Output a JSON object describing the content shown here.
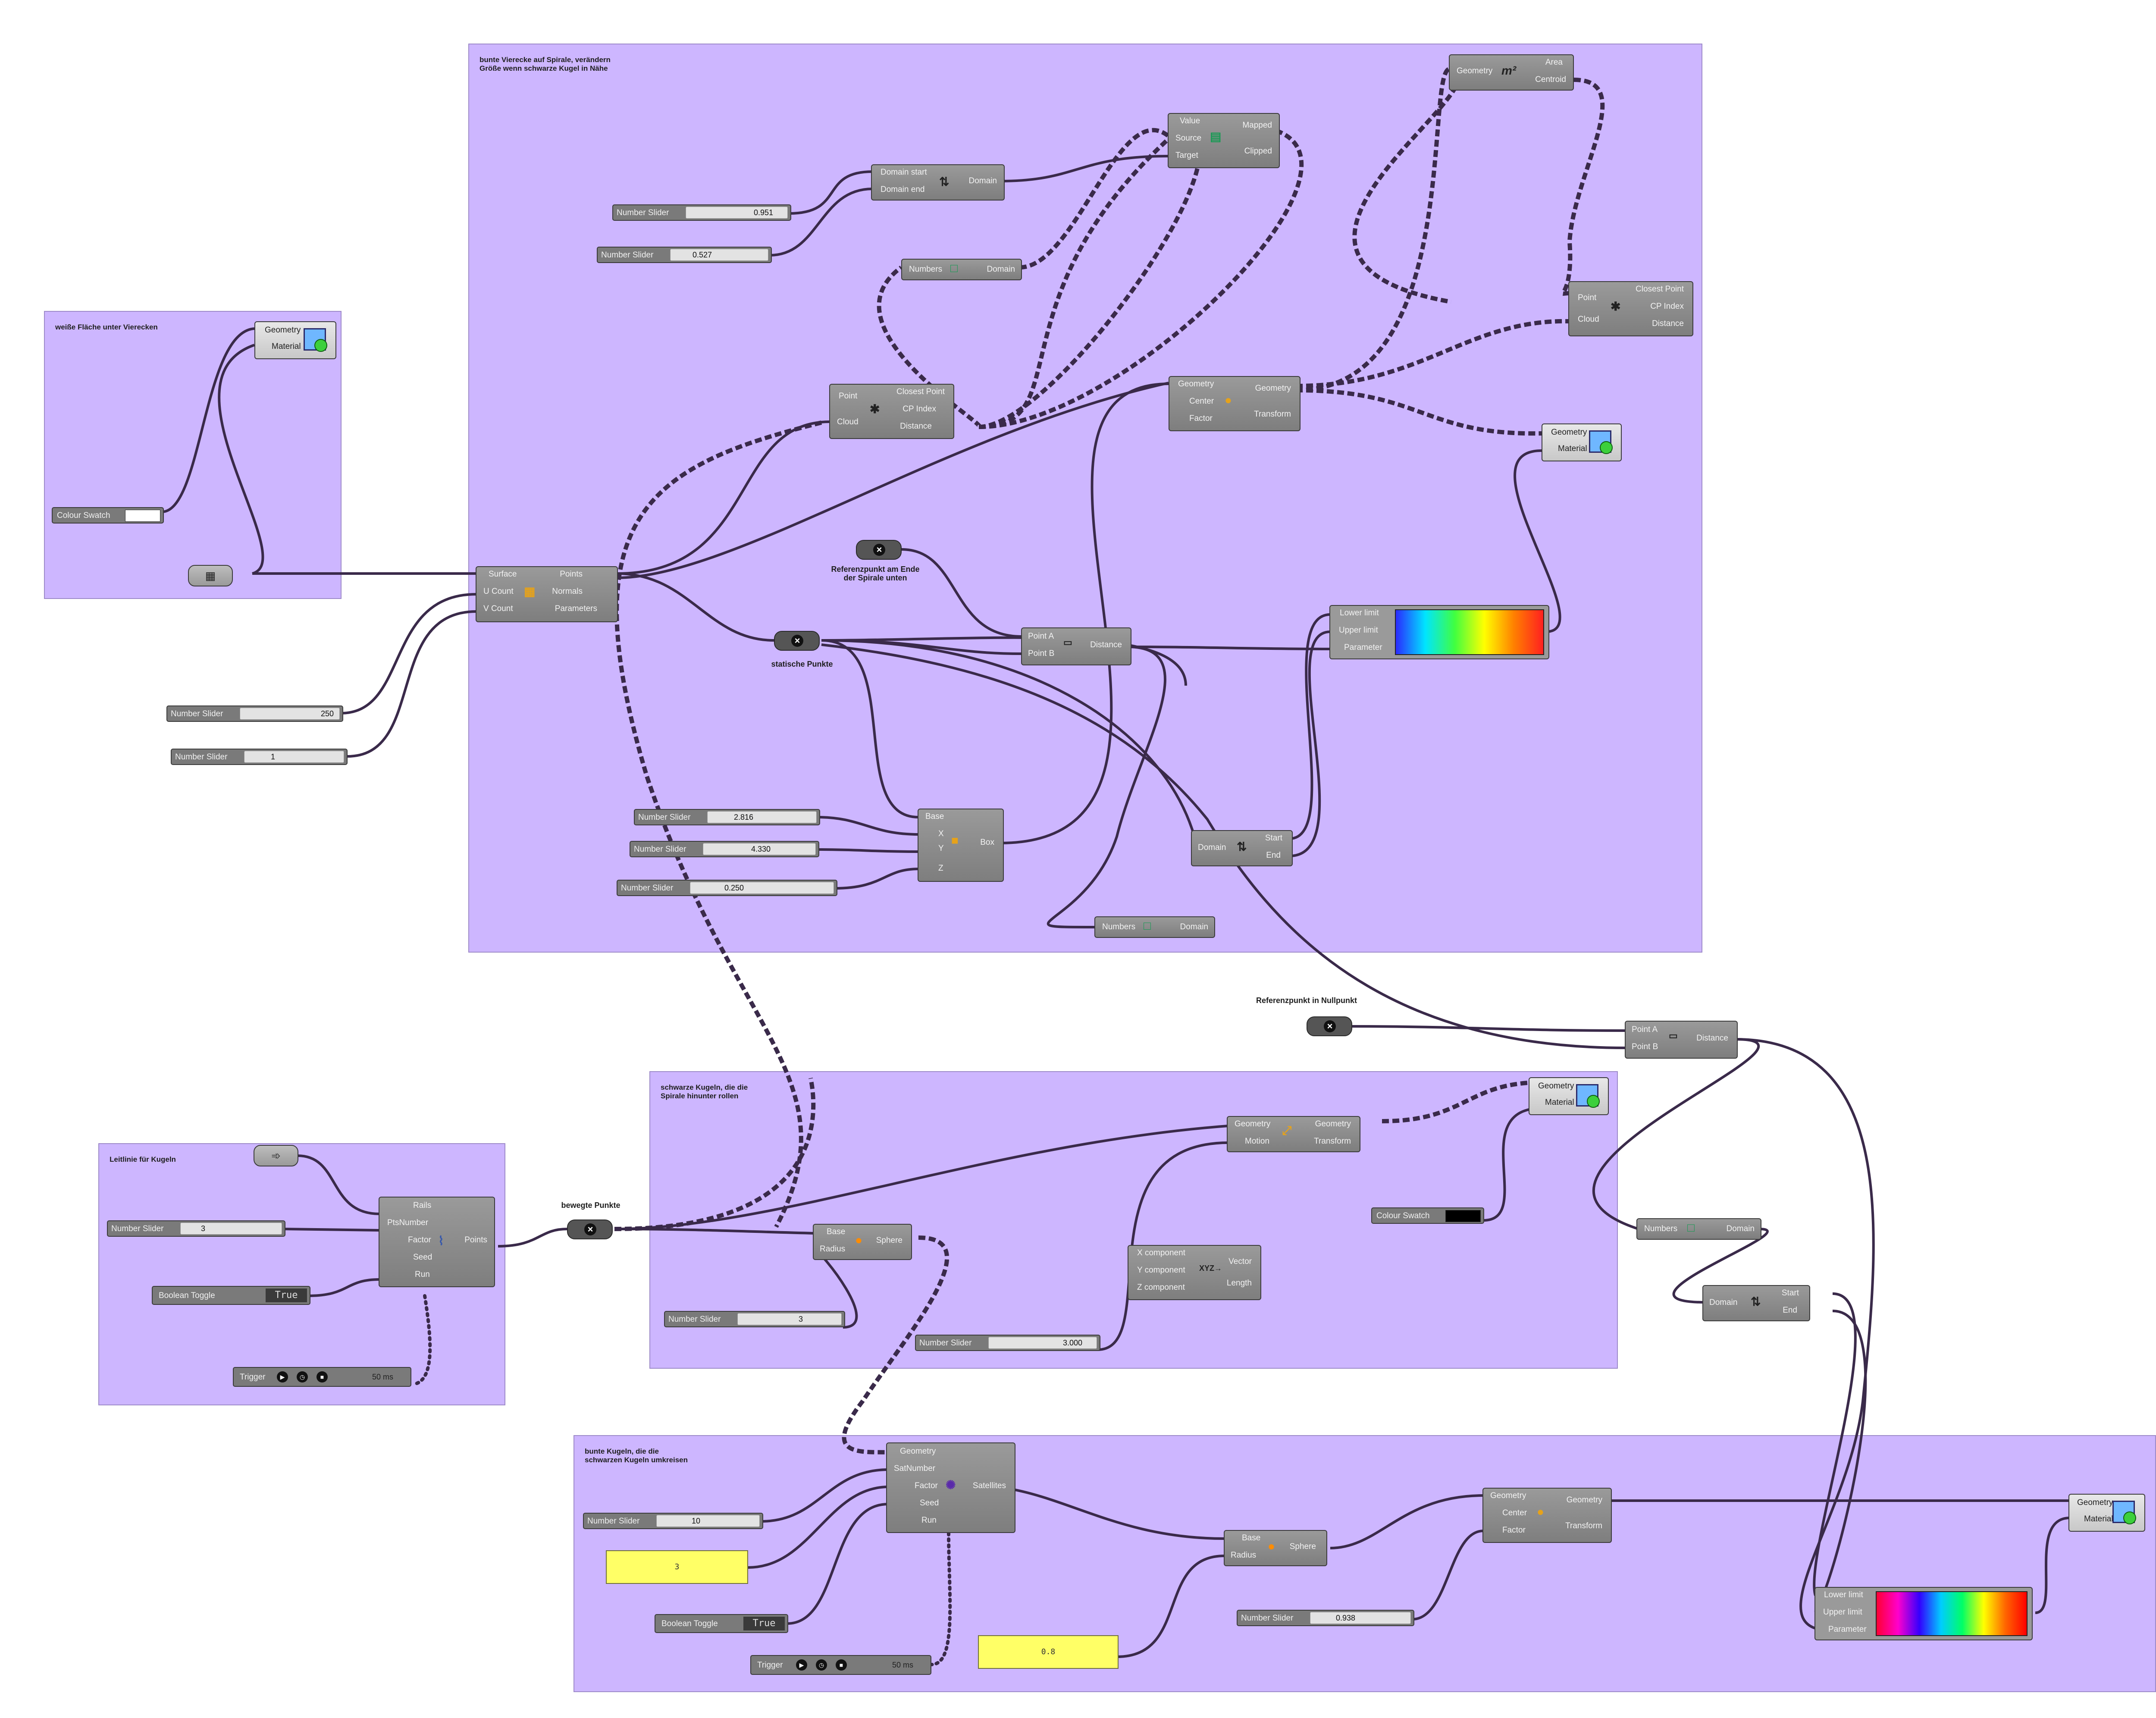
{
  "groups": [
    {
      "id": "g-white-surface",
      "label": "weiße Fläche unter Vierecken"
    },
    {
      "id": "g-squares",
      "label": "bunte Vierecke auf Spirale, verändern\nGröße wenn schwarze Kugel in Nähe"
    },
    {
      "id": "g-guide",
      "label": "Leitlinie für Kugeln"
    },
    {
      "id": "g-black-spheres",
      "label": "schwarze Kugeln, die die\nSpirale hinunter rollen"
    },
    {
      "id": "g-colour-spheres",
      "label": "bunte Kugeln, die die\nschwarzen Kugeln umkreisen"
    }
  ],
  "captions": {
    "ref_end": "Referenzpunkt am Ende\nder Spirale unten",
    "static_points": "statische Punkte",
    "ref_origin": "Referenzpunkt in Nullpunkt",
    "moving_points": "bewegte Punkte"
  },
  "sliders": {
    "s1": {
      "label": "Number Slider",
      "value": "0.951"
    },
    "s2": {
      "label": "Number Slider",
      "value": "0.527"
    },
    "s3": {
      "label": "Number Slider",
      "value": "250"
    },
    "s4": {
      "label": "Number Slider",
      "value": "1"
    },
    "s5": {
      "label": "Number Slider",
      "value": "2.816"
    },
    "s6": {
      "label": "Number Slider",
      "value": "4.330"
    },
    "s7": {
      "label": "Number Slider",
      "value": "0.250"
    },
    "s8": {
      "label": "Number Slider",
      "value": "3"
    },
    "s9": {
      "label": "Number Slider",
      "value": "3"
    },
    "s10": {
      "label": "Number Slider",
      "value": "3.000"
    },
    "s11": {
      "label": "Number Slider",
      "value": "10"
    },
    "s12": {
      "label": "Number Slider",
      "value": "0.938"
    }
  },
  "panels": {
    "p1": "3",
    "p2": "0.8"
  },
  "toggles": {
    "t1": {
      "label": "Boolean Toggle",
      "state": "True"
    },
    "t2": {
      "label": "Boolean Toggle",
      "state": "True"
    }
  },
  "swatches": {
    "c1": {
      "label": "Colour Swatch",
      "color": "#ffffff"
    },
    "c2": {
      "label": "Colour Swatch",
      "color": "#000000"
    }
  },
  "triggers": {
    "tr1": {
      "label": "Trigger",
      "interval": "50 ms"
    },
    "tr2": {
      "label": "Trigger",
      "interval": "50 ms"
    }
  },
  "components": {
    "render1": {
      "inputs": [
        "Geometry",
        "Material"
      ]
    },
    "divide": {
      "inputs": [
        "Surface",
        "U Count",
        "V Count"
      ],
      "outputs": [
        "Points",
        "Normals",
        "Parameters"
      ]
    },
    "cpt1": {
      "inputs": [
        "Point",
        "Cloud"
      ],
      "outputs": [
        "Closest Point",
        "CP Index",
        "Distance"
      ]
    },
    "bnd1": {
      "inputs": [
        "Domain start",
        "Domain end"
      ],
      "outputs": [
        "Domain"
      ]
    },
    "remap": {
      "inputs": [
        "Value",
        "Source",
        "Target"
      ],
      "outputs": [
        "Mapped",
        "Clipped"
      ]
    },
    "bounds1": {
      "inputs": [
        "Numbers"
      ],
      "outputs": [
        "Domain"
      ]
    },
    "area": {
      "inputs": [
        "Geometry"
      ],
      "outputs": [
        "Area",
        "Centroid"
      ]
    },
    "cpt2": {
      "inputs": [
        "Point",
        "Cloud"
      ],
      "outputs": [
        "Closest Point",
        "CP Index",
        "Distance"
      ]
    },
    "scale1": {
      "inputs": [
        "Geometry",
        "Center",
        "Factor"
      ],
      "outputs": [
        "Geometry",
        "Transform"
      ]
    },
    "render2": {
      "inputs": [
        "Geometry",
        "Material"
      ]
    },
    "dist1": {
      "inputs": [
        "Point A",
        "Point B"
      ],
      "outputs": [
        "Distance"
      ]
    },
    "grad1": {
      "inputs": [
        "Lower limit",
        "Upper limit",
        "Parameter"
      ]
    },
    "box": {
      "inputs": [
        "Base",
        "X",
        "Y",
        "Z"
      ],
      "outputs": [
        "Box"
      ]
    },
    "deconstruct1": {
      "inputs": [
        "Domain"
      ],
      "outputs": [
        "Start",
        "End"
      ]
    },
    "bounds2": {
      "inputs": [
        "Numbers"
      ],
      "outputs": [
        "Domain"
      ]
    },
    "dist2": {
      "inputs": [
        "Point A",
        "Point B"
      ],
      "outputs": [
        "Distance"
      ]
    },
    "render3": {
      "inputs": [
        "Geometry",
        "Material"
      ]
    },
    "move": {
      "inputs": [
        "Geometry",
        "Motion"
      ],
      "outputs": [
        "Geometry",
        "Transform"
      ]
    },
    "sphere1": {
      "inputs": [
        "Base",
        "Radius"
      ],
      "outputs": [
        "Sphere"
      ]
    },
    "vecxyz": {
      "inputs": [
        "X component",
        "Y component",
        "Z component"
      ],
      "outputs": [
        "Vector",
        "Length"
      ]
    },
    "bounds3": {
      "inputs": [
        "Numbers"
      ],
      "outputs": [
        "Domain"
      ]
    },
    "deconstruct2": {
      "inputs": [
        "Domain"
      ],
      "outputs": [
        "Start",
        "End"
      ]
    },
    "rails": {
      "inputs": [
        "Rails",
        "PtsNumber",
        "Factor",
        "Seed",
        "Run"
      ],
      "outputs": [
        "Points"
      ]
    },
    "satellites": {
      "inputs": [
        "Geometry",
        "SatNumber",
        "Factor",
        "Seed",
        "Run"
      ],
      "outputs": [
        "Satellites"
      ]
    },
    "sphere2": {
      "inputs": [
        "Base",
        "Radius"
      ],
      "outputs": [
        "Sphere"
      ]
    },
    "scale2": {
      "inputs": [
        "Geometry",
        "Center",
        "Factor"
      ],
      "outputs": [
        "Geometry",
        "Transform"
      ]
    },
    "render4": {
      "inputs": [
        "Geometry",
        "Material"
      ]
    },
    "grad2": {
      "inputs": [
        "Lower limit",
        "Upper limit",
        "Parameter"
      ]
    }
  },
  "icons": {
    "divide": "grid-icon",
    "cpt": "asterisk-icon",
    "bnd": "domain-icon",
    "remap": "remap-icon",
    "bounds": "bounds-icon",
    "area": "area-icon",
    "scale": "scale-icon",
    "dist": "ruler-icon",
    "box": "box-icon",
    "deconstruct": "deconstruct-domain-icon",
    "move": "move-icon",
    "sphere": "sphere-icon",
    "vec": "vector-xyz-icon",
    "rails": "rail-icon",
    "satellites": "satellite-icon",
    "render": "render-icon",
    "param_point": "point-param-icon",
    "param_surface": "surface-param-icon",
    "param_curve": "curve-param-icon"
  },
  "colors": {
    "group_fill": "#cdb6ff",
    "component": "#8f8f8f",
    "panel_yellow": "#ffff66",
    "wire": "#3a2a4a"
  }
}
